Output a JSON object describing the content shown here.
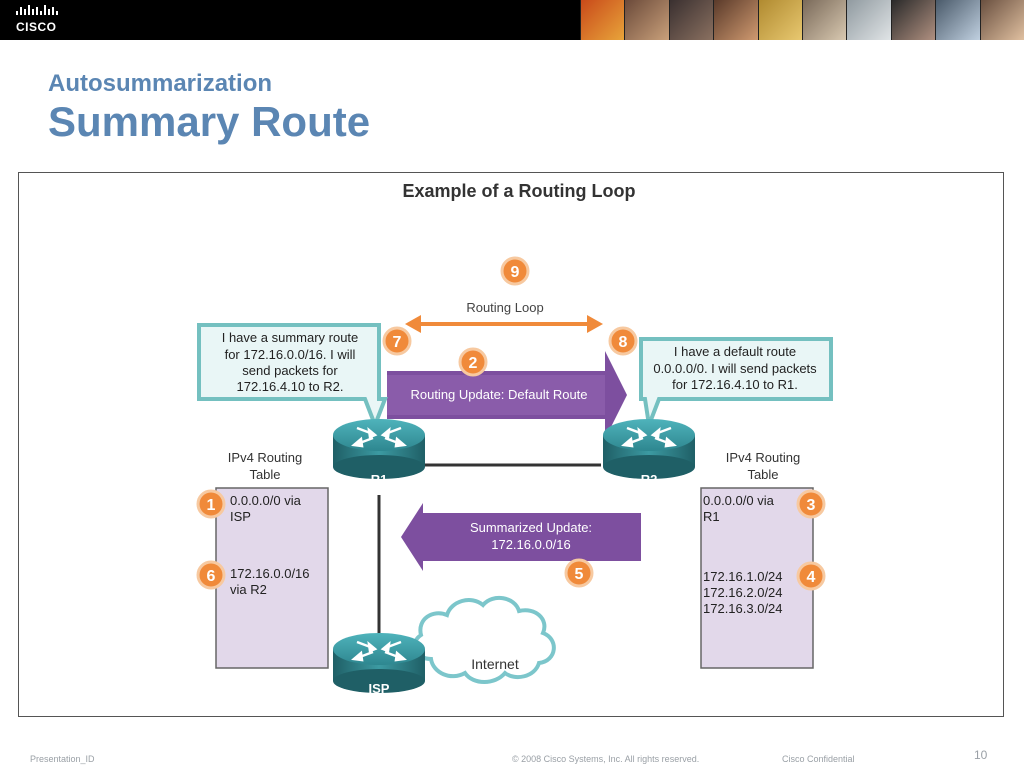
{
  "header": {
    "brand": "CISCO",
    "subtitle": "Autosummarization",
    "title": "Summary Route"
  },
  "diagram": {
    "title": "Example of a Routing Loop",
    "loop_label": "Routing Loop",
    "r1_bubble": [
      "I have a summary route",
      "for 172.16.0.0/16. I will",
      "send packets for",
      "172.16.4.10 to R2."
    ],
    "r2_bubble": [
      "I have a default route",
      "0.0.0.0/0. I will send packets",
      "for 172.16.4.10 to R1."
    ],
    "update_default": "Routing Update: Default Route",
    "update_summary": [
      "Summarized Update:",
      "172.16.0.0/16"
    ],
    "routers": {
      "r1": "R1",
      "r2": "R2",
      "isp": "ISP"
    },
    "internet": "Internet",
    "r1_table_title": [
      "IPv4 Routing",
      "Table"
    ],
    "r2_table_title": [
      "IPv4 Routing",
      "Table"
    ],
    "r1_entries": {
      "e1": [
        "0.0.0.0/0 via",
        "ISP"
      ],
      "e6": [
        "172.16.0.0/16",
        "via R2"
      ]
    },
    "r2_entries": {
      "e3": [
        "0.0.0.0/0 via",
        "R1"
      ],
      "e4": [
        "172.16.1.0/24",
        "172.16.2.0/24",
        "172.16.3.0/24"
      ]
    },
    "badges": [
      "1",
      "2",
      "3",
      "4",
      "5",
      "6",
      "7",
      "8",
      "9"
    ],
    "colors": {
      "orange": "#f08a3a",
      "purple": "#7d4f9f",
      "teal": "#2a7f86",
      "table_fill": "#e2d8ea",
      "bubble_border": "#74c0c0"
    }
  },
  "footer": {
    "presentation_id": "Presentation_ID",
    "copyright": "© 2008 Cisco Systems, Inc. All rights reserved.",
    "confidential": "Cisco Confidential",
    "page": "10"
  }
}
